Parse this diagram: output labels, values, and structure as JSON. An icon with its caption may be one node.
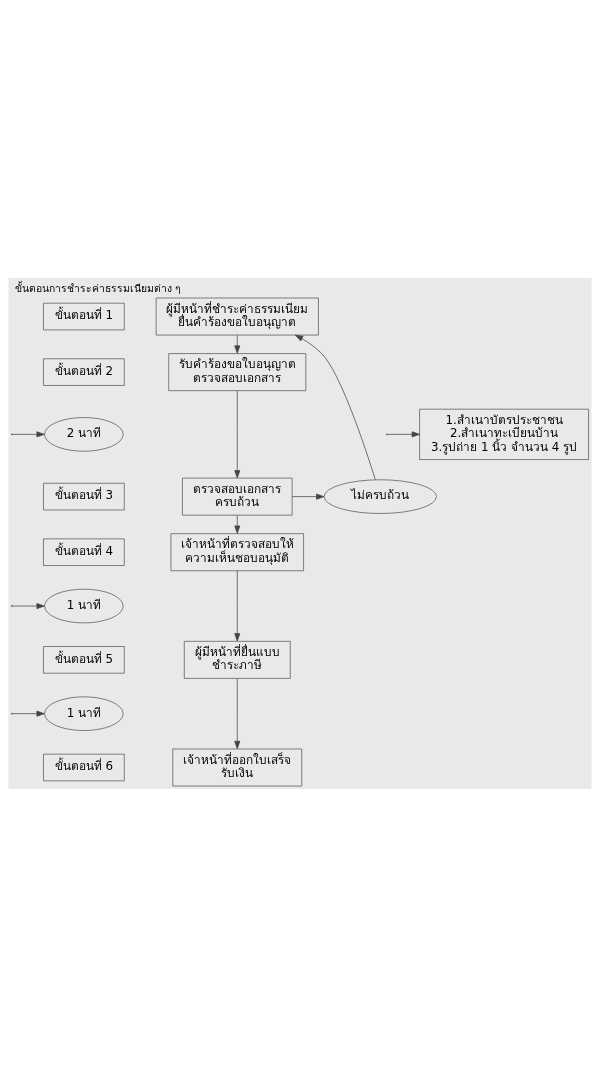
{
  "diagram": {
    "title": "ขั้นตอนการชำระค่าธรรมเนียมต่าง ๆ",
    "nodes": [
      {
        "text": [
          "ขั้นตอนที่ 1"
        ]
      },
      {
        "text": [
          "ผู้มีหน้าที่ชำระค่าธรรมเนียม ยื่นคำร้องขอใบอนุญาต"
        ]
      },
      {
        "text": [
          "ขั้นตอนที่ 2"
        ]
      },
      {
        "text": [
          "รับคำร้องขอใบอนุญาต ตรวจสอบเอกสาร"
        ]
      },
      {
        "text": [
          "2 นาที"
        ]
      },
      {
        "text": [
          "1.สำเนาบัตรประชาชน",
          "2.สำเนาทะเบียนบ้าน",
          "3.รูปถ่าย 1 นิ้ว จำนวน 4 รูป"
        ]
      },
      {
        "text": [
          "ขั้นตอนที่ 3"
        ]
      },
      {
        "text": [
          "ตรวจสอบเอกสาร ครบถ้วน"
        ]
      },
      {
        "text": [
          "ไม่ครบถ้วน"
        ]
      },
      {
        "text": [
          "ขั้นตอนที่ 4"
        ]
      },
      {
        "text": [
          "เจ้าหน้าที่ตรวจสอบให้ ความเห็นชอบอนุมัติ"
        ]
      },
      {
        "text": [
          "1 นาที"
        ]
      },
      {
        "text": [
          "ขั้นตอนที่ 5"
        ]
      },
      {
        "text": [
          "ผู้มีหน้าที่ยื่นแบบ ชำระภาษี"
        ]
      },
      {
        "text": [
          "1 นาที"
        ]
      },
      {
        "text": [
          "ขั้นตอนที่ 6"
        ]
      },
      {
        "text": [
          "เจ้าหน้าที่ออกใบเสร็จ รับเงิน"
        ]
      }
    ],
    "edges": [
      {
        "from": 1,
        "to": 3,
        "arrow": "to"
      },
      {
        "from": 3,
        "to": 7,
        "arrow": "to"
      },
      {
        "from": 7,
        "to": 10,
        "arrow": "to"
      },
      {
        "from": 10,
        "to": 13,
        "arrow": "to"
      },
      {
        "from": 13,
        "to": 16,
        "arrow": "to"
      },
      {
        "from": 7,
        "to": 8,
        "arrow": "to"
      },
      {
        "from": 8,
        "to": 1,
        "arrow": "to"
      },
      {
        "from": null,
        "to": 5,
        "arrow": "to"
      },
      {
        "from": null,
        "to": 4,
        "arrow": "to"
      },
      {
        "from": null,
        "to": 11,
        "arrow": "to"
      },
      {
        "from": null,
        "to": 14,
        "arrow": "to"
      }
    ]
  }
}
